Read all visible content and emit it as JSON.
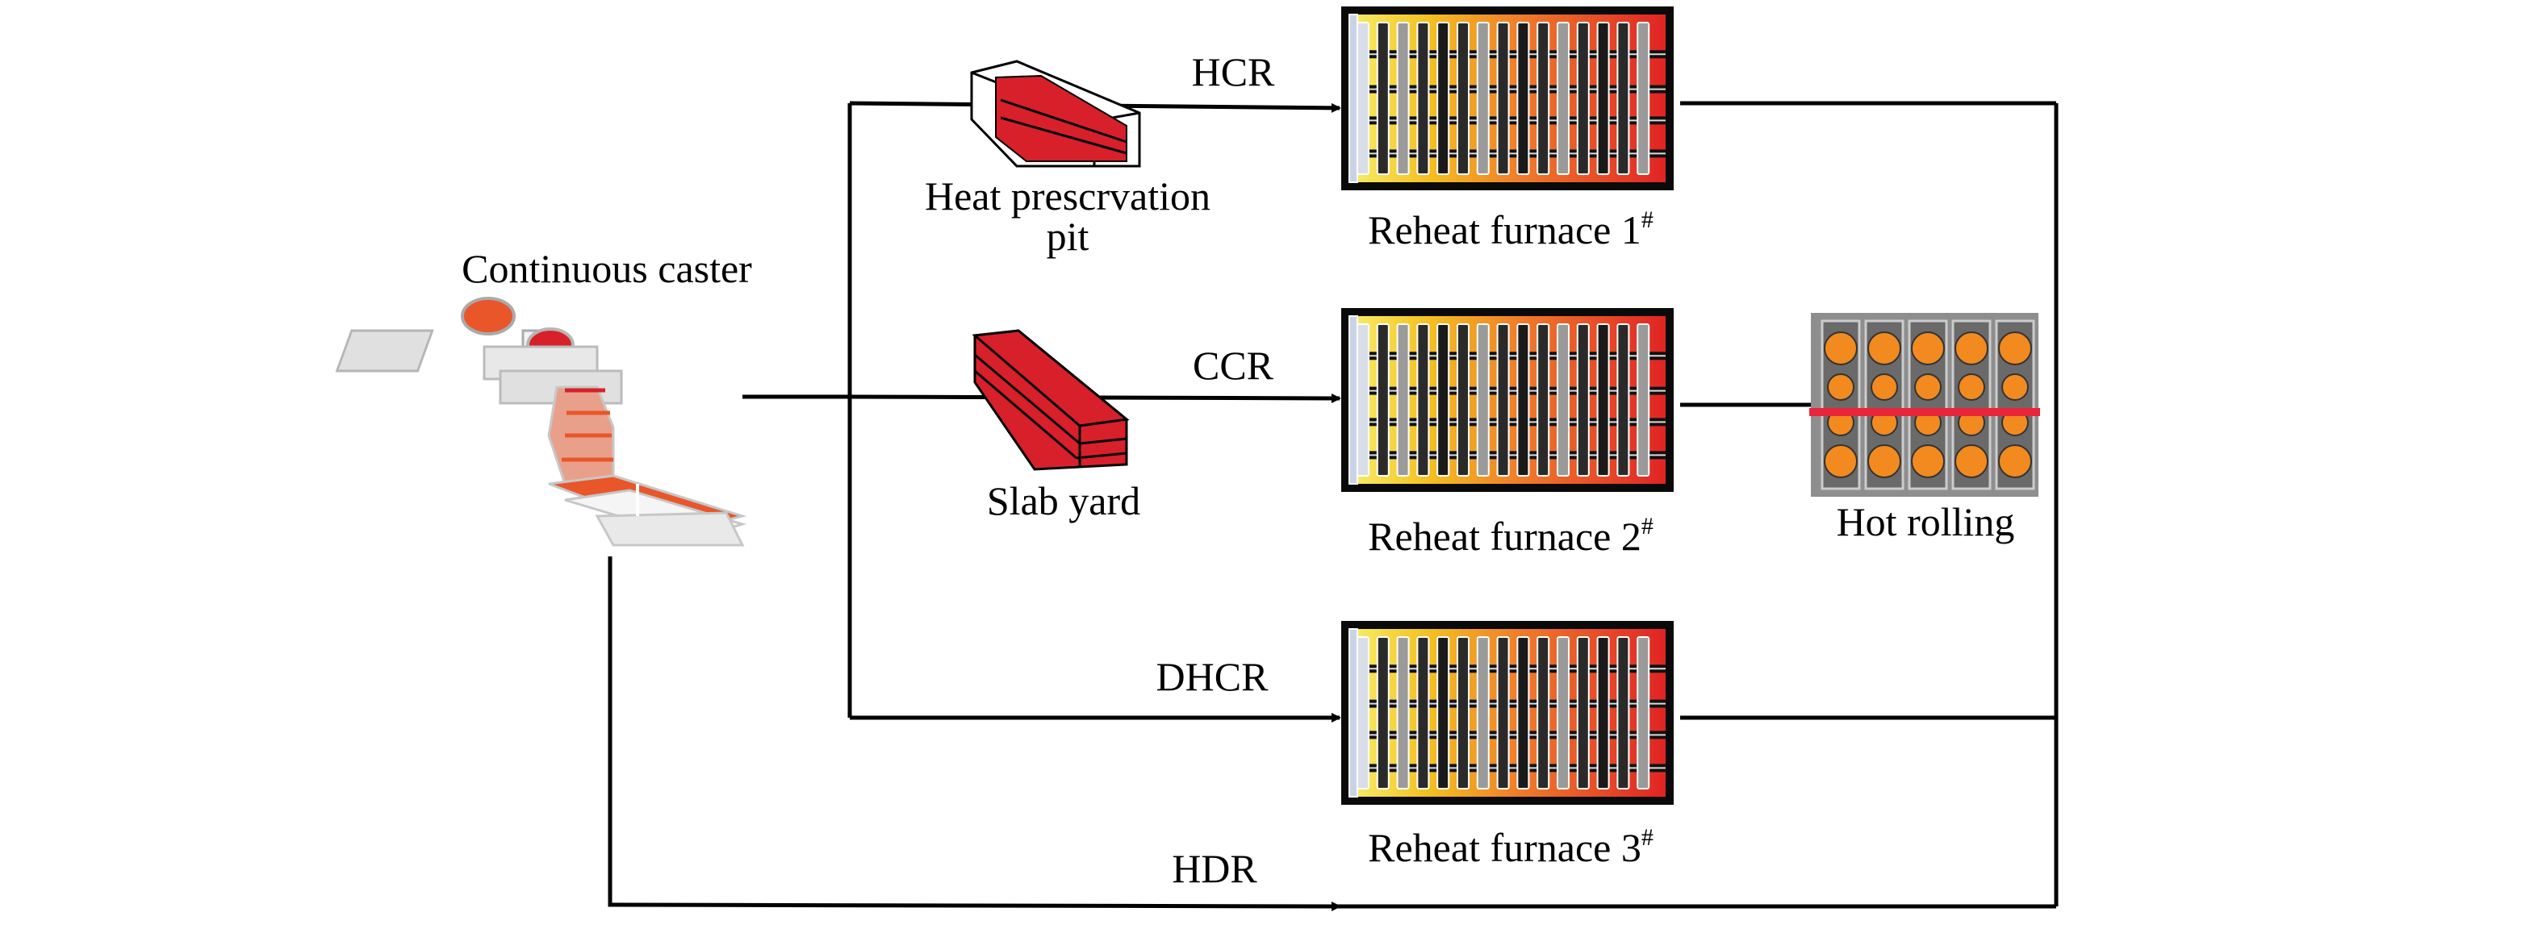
{
  "diagram": {
    "nodes": {
      "caster": {
        "label": "Continuous caster"
      },
      "pit": {
        "label_line1": "Heat prescrvation",
        "label_line2": "pit"
      },
      "yard": {
        "label": "Slab yard"
      },
      "furnace1": {
        "label": "Reheat furnace 1",
        "superscript": "#"
      },
      "furnace2": {
        "label": "Reheat furnace 2",
        "superscript": "#"
      },
      "furnace3": {
        "label": "Reheat furnace 3",
        "superscript": "#"
      },
      "rolling": {
        "label": "Hot rolling"
      }
    },
    "routes": {
      "hcr": "HCR",
      "ccr": "CCR",
      "dhcr": "DHCR",
      "hdr": "HDR"
    }
  },
  "colors": {
    "slab_red": "#d8202a",
    "caster_orange": "#e8562a",
    "roller_orange": "#f28a1f",
    "line": "#000000"
  }
}
